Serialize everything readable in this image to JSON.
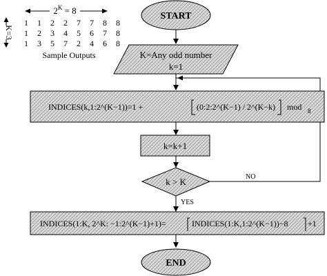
{
  "legend": {
    "width_label_prefix": "2",
    "width_label_exponent": "K",
    "width_label_suffix": " = 8",
    "k_label": "K=3",
    "sample_rows": [
      [
        "1",
        "1",
        "2",
        "2",
        "7",
        "7",
        "8",
        "8"
      ],
      [
        "1",
        "2",
        "3",
        "4",
        "5",
        "6",
        "7",
        "8"
      ],
      [
        "1",
        "3",
        "5",
        "7",
        "2",
        "4",
        "6",
        "8"
      ]
    ],
    "caption": "Sample Outputs"
  },
  "flowchart": {
    "start": "START",
    "input_line1": "K=Any odd number",
    "input_line2": "k=1",
    "step1_main": "INDICES(k,1:2^(K−1))=1 +",
    "step1_inner": "(0:2:2^(K−1) / 2^(K−k)",
    "step1_mod": "mod",
    "step1_sub": "8",
    "increment": "k=k+1",
    "decision": "k > K",
    "no_label": "NO",
    "yes_label": "YES",
    "step2_left": "INDICES(1:K, 2^K: −1:2^(K−1)+1)=",
    "step2_inner": "INDICES(1:K,1:2^(K−1))−8",
    "step2_tail": "+1",
    "end": "END"
  },
  "colors": {
    "fill": "#d8d8d8",
    "hatch": "#9a9a9a",
    "line": "#000000"
  }
}
